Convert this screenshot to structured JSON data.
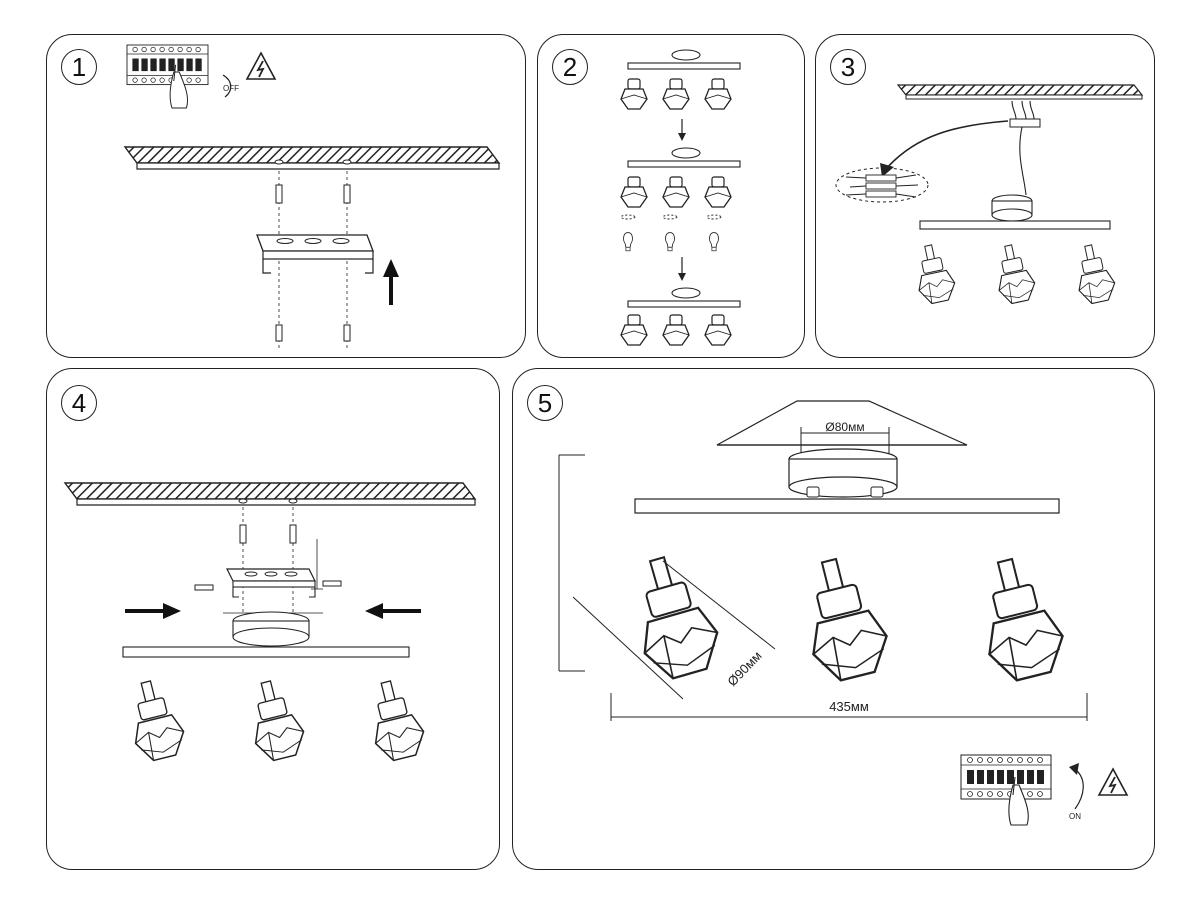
{
  "steps": [
    {
      "number": "1"
    },
    {
      "number": "2"
    },
    {
      "number": "3"
    },
    {
      "number": "4"
    },
    {
      "number": "5"
    }
  ],
  "labels": {
    "off": "OFF",
    "on": "ON",
    "canopy_diameter": "Ø80мм",
    "shade_diameter": "Ø90мм",
    "width": "435мм"
  },
  "icons": {
    "warning": "high-voltage-warning-icon",
    "switch": "breaker-panel-icon",
    "arrow": "arrow-icon"
  },
  "colors": {
    "line": "#222222",
    "background": "#ffffff"
  }
}
